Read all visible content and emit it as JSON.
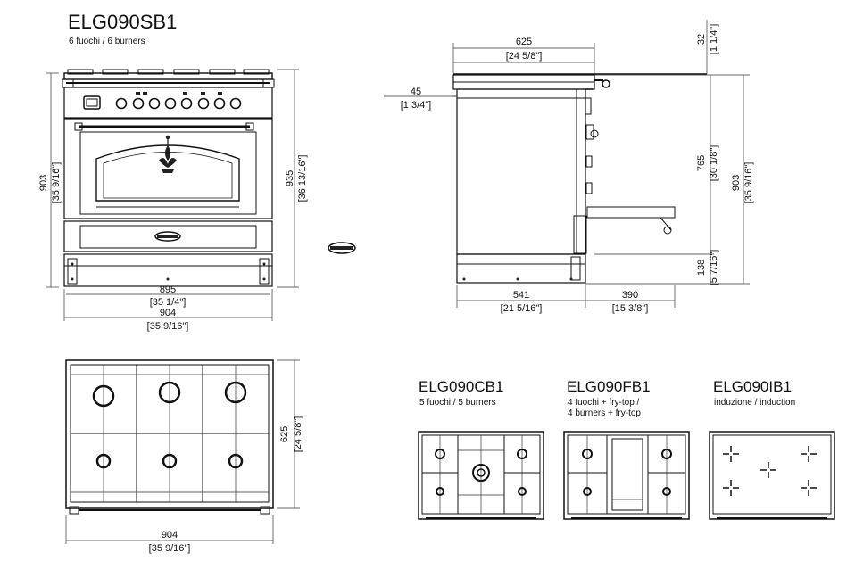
{
  "main_model": {
    "title": "ELG090SB1",
    "subtitle": "6 fuochi / 6 burners"
  },
  "front_view": {
    "height_903": "903",
    "height_903_in": "[35 9/16\"]",
    "height_935": "935",
    "height_935_in": "[36 13/16\"]",
    "width_895": "895",
    "width_895_in": "[35 1/4\"]",
    "width_904": "904",
    "width_904_in": "[35 9/16\"]"
  },
  "side_view": {
    "depth_625": "625",
    "depth_625_in": "[24 5/8\"]",
    "lid_32": "32",
    "lid_32_in": "[1 1/4\"]",
    "back_45": "45",
    "back_45_in": "[1 3/4\"]",
    "h_765": "765",
    "h_765_in": "[30 1/8\"]",
    "h_903": "903",
    "h_903_in": "[35 9/16\"]",
    "h_138": "138",
    "h_138_in": "[5 7/16\"]",
    "d_541": "541",
    "d_541_in": "[21 5/16\"]",
    "d_390": "390",
    "d_390_in": "[15 3/8\"]"
  },
  "top_view": {
    "depth_625": "625",
    "depth_625_in": "[24 5/8\"]",
    "width_904": "904",
    "width_904_in": "[35 9/16\"]"
  },
  "variants": [
    {
      "title": "ELG090CB1",
      "line1": "5 fuochi / 5 burners",
      "line2": ""
    },
    {
      "title": "ELG090FB1",
      "line1": "4 fuochi + fry-top /",
      "line2": "4 burners + fry-top"
    },
    {
      "title": "ELG090IB1",
      "line1": "induzione / induction",
      "line2": ""
    }
  ]
}
